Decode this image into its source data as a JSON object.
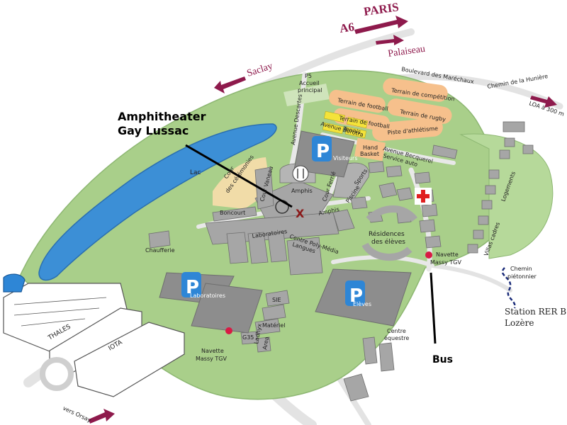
{
  "colors": {
    "campus_green": "#a9cf8a",
    "lake_blue": "#3c8fd6",
    "road": "#e3e3e3",
    "field_orange": "#f6c08c",
    "tennis_yellow": "#f4e33a",
    "building_grey": "#9a9a9a",
    "parking_grey": "#8d8d8d",
    "accent_plum": "#8e1a4c",
    "parking_blue": "#2e86d6",
    "hospital_red": "#e02020",
    "bus_stop_red": "#d81b44"
  },
  "directions": {
    "paris": "PARIS",
    "a6": "A6",
    "palaiseau": "Palaiseau",
    "saclay": "Saclay",
    "orsay": "vers Orsay",
    "loa": "LOA à 300 m"
  },
  "roads": {
    "boulevard": "Boulevard des Maréchaux",
    "chemin_huniere": "Chemin de la Hunière",
    "avenue_descartes": "Avenue Descartes",
    "avenue_borotra": "Avenue Borotra",
    "avenue_becquerel": "Avenue Becquerel",
    "cour_ferrie": "Cour Ferrié",
    "cour_vaneau": "Cour Vaneau"
  },
  "sites": {
    "p5": "P5",
    "accueil": "Accueil",
    "principal": "principal",
    "terrain_competition": "Terrain de compétition",
    "terrain_football_1": "Terrain de football",
    "terrain_football_2": "Terrain de football",
    "terrain_rugby": "Terrain de rugby",
    "piste": "Piste d'athlétisme",
    "tennis": "Tennis",
    "hand": "Hand",
    "basket": "Basket",
    "service_auto": "Service auto",
    "lac": "Lac",
    "ceremonies_1": "Cour",
    "ceremonies_2": "des cérémonies",
    "amphis": "Amphis",
    "amphis_small": "Amphis",
    "boncourt": "Boncourt",
    "piscine": "Piscine",
    "sports": "Sports",
    "chaufferie": "Chaufferie",
    "laboratoires": "Laboratoires",
    "centre_poly": "Centre Poly-Média",
    "langues": "Langues",
    "residences_1": "Résidences",
    "residences_2": "des élèves",
    "logements": "Logements",
    "villas": "Villas cadres",
    "sie": "SIE",
    "materiel": "Matériel",
    "g35": "G35",
    "ladhyx_1": "Ladhyx",
    "ladhyx_2": "Area",
    "centre_equestre_1": "Centre",
    "centre_equestre_2": "équestre",
    "thales": "THALES",
    "iota": "IOTA"
  },
  "parkings": {
    "visiteurs": "Visiteurs",
    "laboratoires": "Laboratoires",
    "eleves": "Elèves",
    "p_letter": "P"
  },
  "transport": {
    "navette_1": "Navette",
    "navette_1b": "Massy TGV",
    "navette_2": "Navette",
    "navette_2b": "Massy TGV",
    "chemin_1": "Chemin",
    "chemin_2": "piétonnier",
    "station_1": "Station RER B",
    "station_2": "Lozère"
  },
  "callouts": {
    "amphitheater_1": "Amphitheater",
    "amphitheater_2": "Gay Lussac",
    "marker": "X",
    "bus": "Bus"
  }
}
